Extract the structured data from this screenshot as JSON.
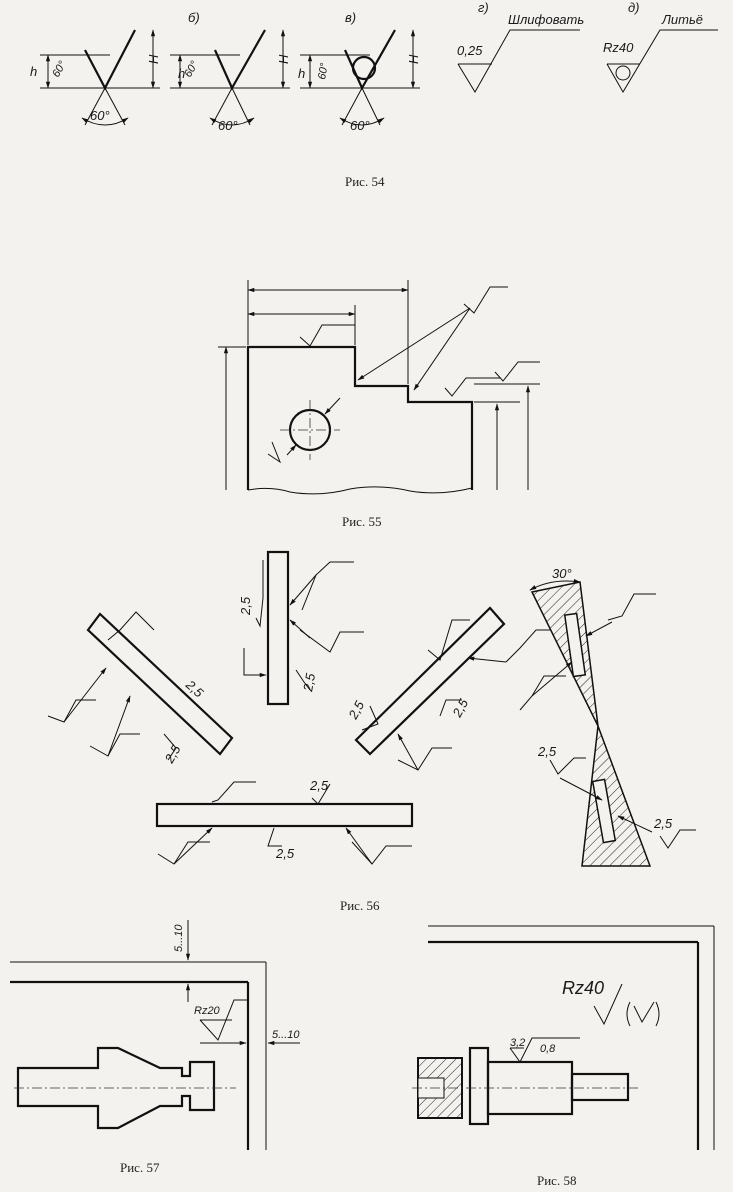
{
  "captions": {
    "fig54": "Рис. 54",
    "fig55": "Рис. 55",
    "fig56": "Рис. 56",
    "fig57": "Рис. 57",
    "fig58": "Рис. 58"
  },
  "fig54": {
    "panels": [
      "б)",
      "в)",
      "г)",
      "д)"
    ],
    "h": "h",
    "H": "H",
    "angle": "60°",
    "roughness_g": "0,25",
    "note_g": "Шлифовать",
    "roughness_d": "Rz40",
    "note_d": "Литьё"
  },
  "fig56": {
    "value": "2,5",
    "angle": "30°"
  },
  "fig57": {
    "dim": "5...10",
    "roughness": "Rz20"
  },
  "fig58": {
    "roughness": "Rz40",
    "ra1": "3,2",
    "ra2": "0,8"
  }
}
